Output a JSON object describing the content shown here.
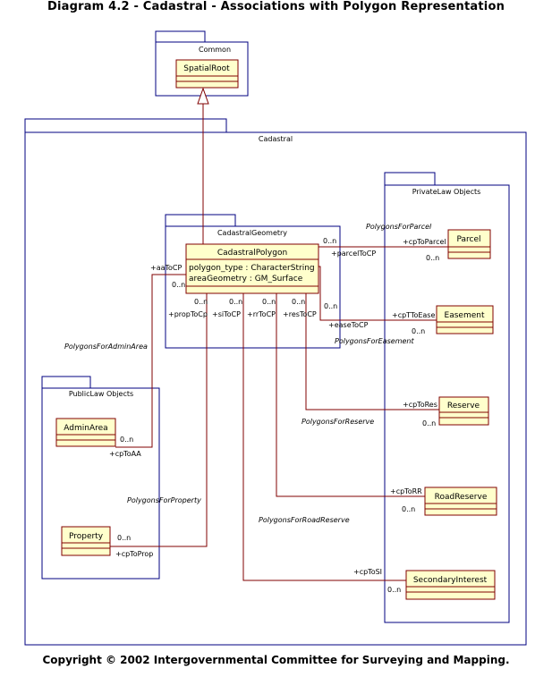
{
  "title": "Diagram 4.2 - Cadastral - Associations with Polygon Representation",
  "footer": "Copyright © 2002 Intergovernmental Committee for Surveying and Mapping.",
  "packages": {
    "common": "Common",
    "cadastral": "Cadastral",
    "cadastral_geometry": "CadastralGeometry",
    "private_law": "PrivateLaw Objects",
    "public_law": "PublicLaw Objects"
  },
  "classes": {
    "spatial_root": "SpatialRoot",
    "cadastral_polygon": "CadastralPolygon",
    "polygon_type": "polygon_type : CharacterString",
    "area_geometry": "areaGeometry : GM_Surface",
    "parcel": "Parcel",
    "easement": "Easement",
    "reserve": "Reserve",
    "road_reserve": "RoadReserve",
    "secondary_interest": "SecondaryInterest",
    "admin_area": "AdminArea",
    "property": "Property"
  },
  "associations": {
    "parcel": {
      "name": "PolygonsForParcel",
      "poly_role": "+parcelToCP",
      "poly_mult": "0..n",
      "cls_role": "+cpToParcel",
      "cls_mult": "0..n"
    },
    "easement": {
      "name": "PolygonsForEasement",
      "poly_role": "+easeToCP",
      "poly_mult": "0..n",
      "cls_role": "+cpTToEase",
      "cls_mult": "0..n"
    },
    "reserve": {
      "name": "PolygonsForReserve",
      "poly_role": "+resToCP",
      "poly_mult": "0..n",
      "cls_role": "+cpToRes",
      "cls_mult": "0..n"
    },
    "road_reserve": {
      "name": "PolygonsForRoadReserve",
      "poly_role": "+rrToCP",
      "poly_mult": "0..n",
      "cls_role": "+cpToRR",
      "cls_mult": "0..n"
    },
    "secondary_interest": {
      "name": "",
      "poly_role": "+siToCP",
      "poly_mult": "0..n",
      "cls_role": "+cpToSI",
      "cls_mult": "0..n"
    },
    "admin_area": {
      "name": "PolygonsForAdminArea",
      "poly_role": "+aaToCP",
      "poly_mult": "0..n",
      "cls_role": "+cpToAA",
      "cls_mult": "0..n"
    },
    "property": {
      "name": "PolygonsForProperty",
      "poly_role": "+propToCp",
      "poly_mult": "0..n",
      "cls_role": "+cpToProp",
      "cls_mult": "0..n"
    }
  }
}
